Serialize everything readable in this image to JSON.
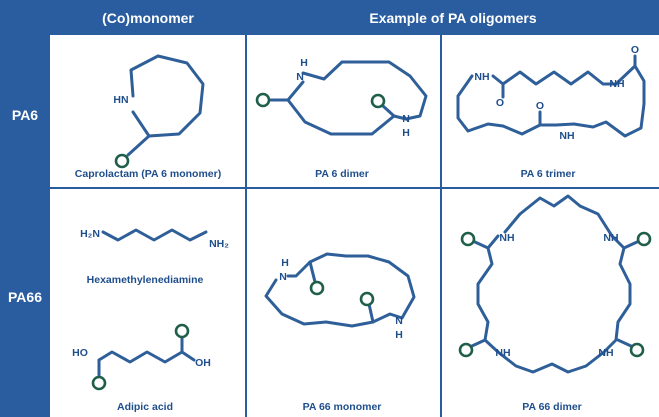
{
  "header": {
    "comonomer": "(Co)monomer",
    "oligomers": "Example of PA oligomers"
  },
  "rows": [
    {
      "label": "PA6",
      "cells": [
        {
          "caption": "Caprolactam (PA 6 monomer)",
          "atoms": [
            "HN"
          ]
        },
        {
          "caption": "PA 6 dimer",
          "atoms": [
            "H",
            "N",
            "N",
            "H"
          ]
        },
        {
          "caption": "PA 6 trimer",
          "atoms": [
            "NH",
            "NH",
            "NH"
          ]
        }
      ]
    },
    {
      "label": "PA66",
      "cells": [
        {
          "caption": "Hexamethylenediamine",
          "atoms": [
            "H₂N",
            "NH₂"
          ]
        },
        {
          "caption": "Adipic acid",
          "atoms": [
            "HO",
            "OH"
          ]
        },
        {
          "caption": "PA 66 monomer",
          "atoms": [
            "H",
            "N",
            "N",
            "H"
          ]
        },
        {
          "caption": "PA 66 dimer",
          "atoms": [
            "NH",
            "NH",
            "NH",
            "NH"
          ]
        }
      ]
    }
  ],
  "colors": {
    "header_bg": "#2a5d9f",
    "grid_line": "#2a5d9f",
    "bond": "#2f5f99",
    "oxygen": "#1f5e4a",
    "text": "#1f4e8c"
  }
}
